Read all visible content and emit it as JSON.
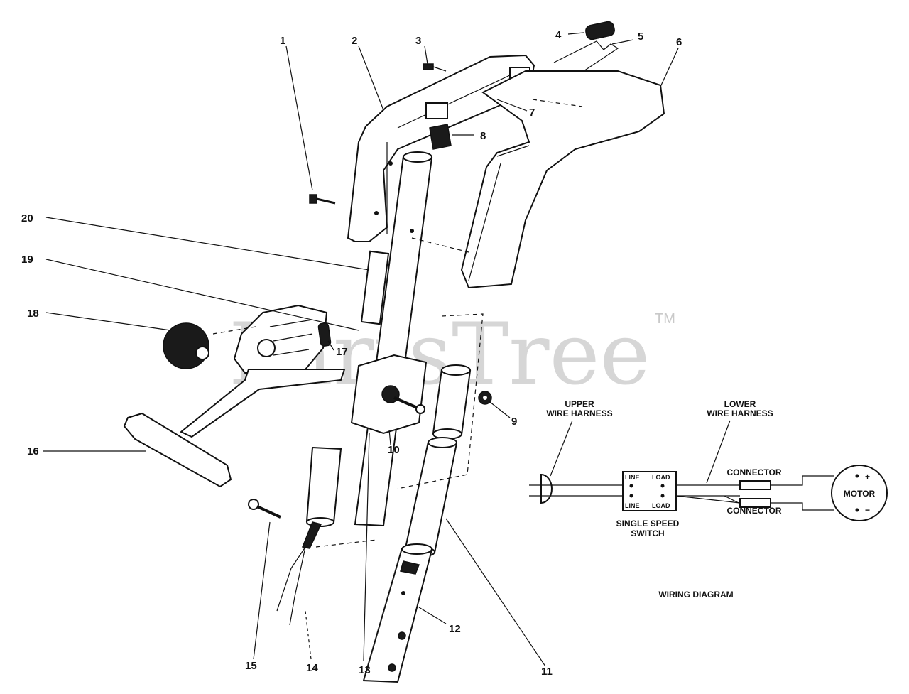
{
  "watermark": {
    "text": "PartsTree",
    "tm": "TM"
  },
  "callouts": {
    "c1": "1",
    "c2": "2",
    "c3": "3",
    "c4": "4",
    "c5": "5",
    "c6": "6",
    "c7": "7",
    "c8": "8",
    "c9": "9",
    "c10": "10",
    "c11": "11",
    "c12": "12",
    "c13": "13",
    "c14": "14",
    "c15": "15",
    "c16": "16",
    "c17": "17",
    "c18": "18",
    "c19": "19",
    "c20": "20"
  },
  "wiring": {
    "upper_harness_line1": "UPPER",
    "upper_harness_line2": "WIRE HARNESS",
    "lower_harness_line1": "LOWER",
    "lower_harness_line2": "WIRE HARNESS",
    "line_top": "LINE",
    "load_top": "LOAD",
    "line_bottom": "LINE",
    "load_bottom": "LOAD",
    "switch_line1": "SINGLE SPEED",
    "switch_line2": "SWITCH",
    "connector_top": "CONNECTOR",
    "connector_bottom": "CONNECTOR",
    "motor": "MOTOR",
    "plus": "+",
    "minus": "−",
    "title": "WIRING DIAGRAM"
  }
}
